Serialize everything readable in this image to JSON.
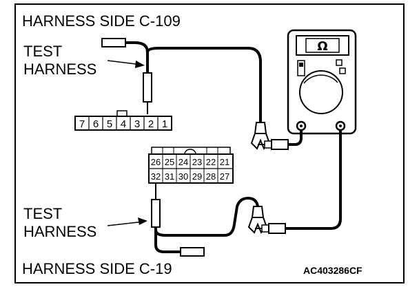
{
  "labels": {
    "top_title": "HARNESS SIDE C-109",
    "bottom_title": "HARNESS SIDE C-19",
    "test_harness_top": [
      "TEST",
      "HARNESS"
    ],
    "test_harness_bottom": [
      "TEST",
      "HARNESS"
    ],
    "figure_code": "AC403286CF"
  },
  "meter": {
    "symbol": "Ω"
  },
  "connector_c109": {
    "pins": [
      "7",
      "6",
      "5",
      "4",
      "3",
      "2",
      "1"
    ]
  },
  "connector_c19": {
    "top_row": [
      "26",
      "25",
      "24",
      "23",
      "22",
      "21"
    ],
    "bottom_row": [
      "32",
      "31",
      "30",
      "29",
      "28",
      "27"
    ]
  }
}
